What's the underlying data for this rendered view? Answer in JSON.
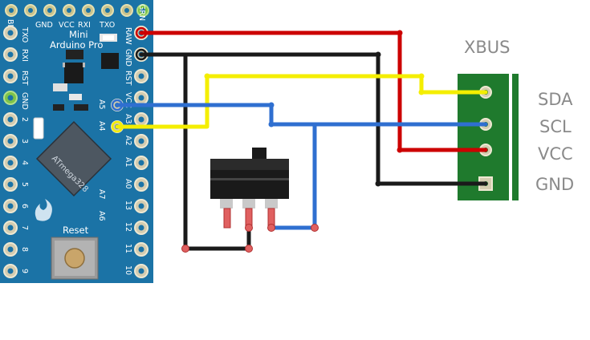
{
  "board": {
    "top_pins": [
      "BLK",
      "GND",
      "VCC",
      "RXI",
      "TXO",
      "GRN"
    ],
    "left_pins": [
      "TXO",
      "RXI",
      "RST",
      "GND",
      "2",
      "3",
      "4",
      "5",
      "6",
      "7",
      "8",
      "9"
    ],
    "right_pins": [
      "RAW",
      "GND",
      "RST",
      "VCC",
      "A3",
      "A2",
      "A1",
      "A0",
      "13",
      "12",
      "11",
      "10"
    ],
    "inner_left": [
      "A5",
      "A4"
    ],
    "inner_right": [
      "A7",
      "A6"
    ],
    "name_line1": "Mini",
    "name_line2": "Arduino Pro",
    "chip": "ATmega328",
    "reset": "Reset"
  },
  "xbus": {
    "title": "XBUS",
    "pins": [
      "SDA",
      "SCL",
      "VCC",
      "GND"
    ]
  },
  "colors": {
    "board": "#1b73a6",
    "pcb_green": "#1f7a2d",
    "wire_red": "#cc0000",
    "wire_black": "#1a1a1a",
    "wire_yellow": "#f4ee00",
    "wire_blue": "#2f6fd0"
  }
}
